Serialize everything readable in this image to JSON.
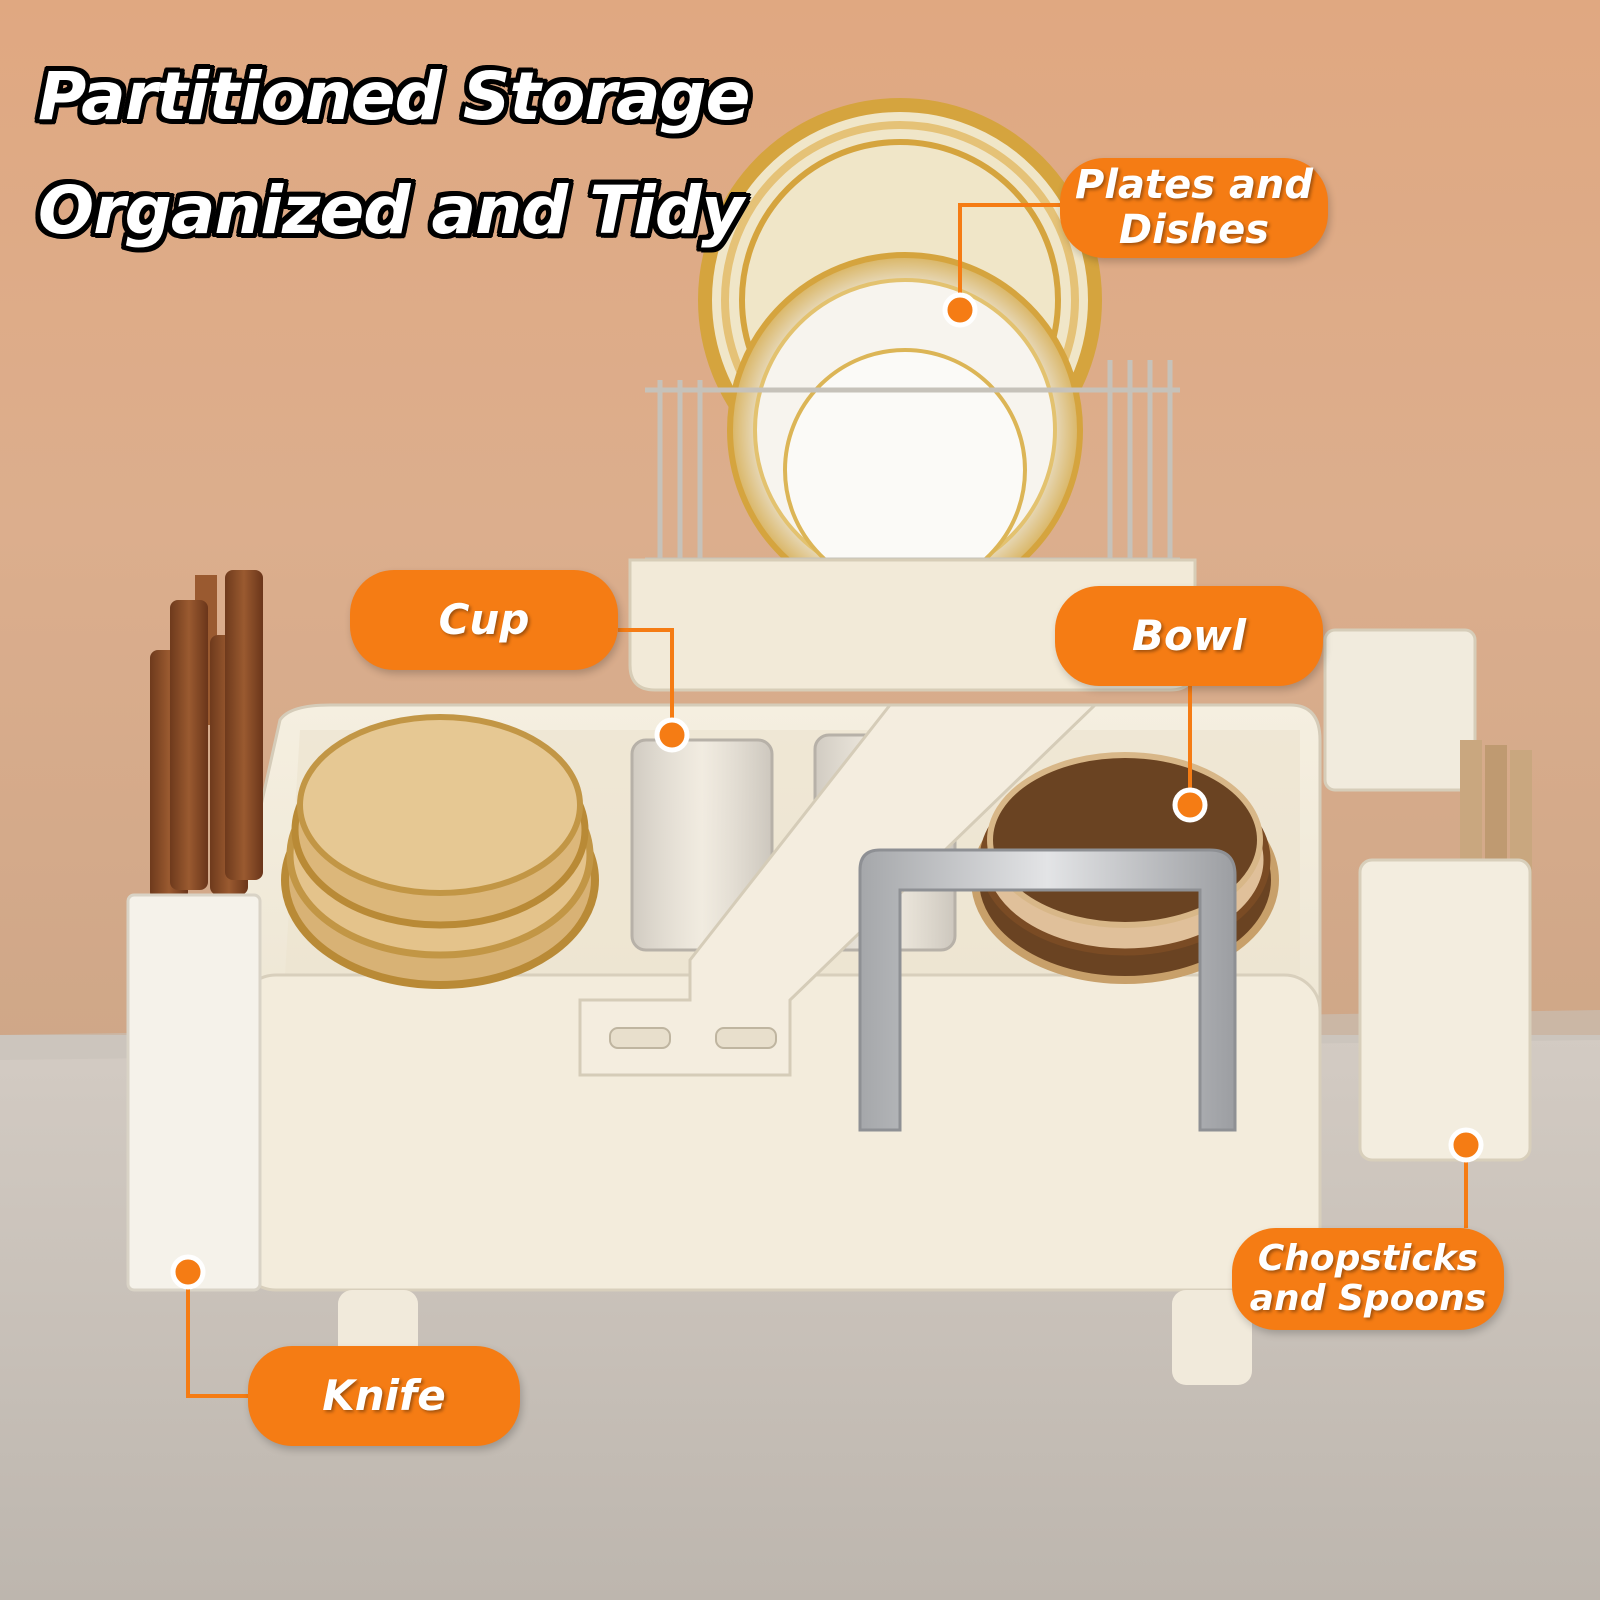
{
  "headline": {
    "line1": "Partitioned Storage",
    "line2": "Organized and Tidy"
  },
  "callouts": {
    "plates": {
      "line1": "Plates and",
      "line2": "Dishes"
    },
    "cup": {
      "label": "Cup"
    },
    "bowl": {
      "label": "Bowl"
    },
    "chopsticks": {
      "line1": "Chopsticks",
      "line2": "and Spoons"
    },
    "knife": {
      "label": "Knife"
    }
  },
  "colors": {
    "accent": "#f57c14",
    "wall": "#d9a784",
    "counter": "#c9c2ba",
    "rack": "#f2ead8"
  }
}
